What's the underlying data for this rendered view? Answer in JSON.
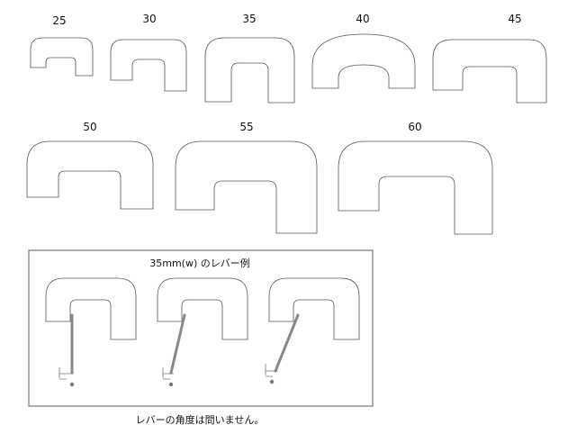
{
  "sizes": [
    "25",
    "30",
    "35",
    "40",
    "45",
    "50",
    "55",
    "60"
  ],
  "example_panel": {
    "title": "35mm(w) のレバー例"
  },
  "footer_note": "レバーの角度は問いません。",
  "colors": {
    "outline": "#555555",
    "lever": "#888888",
    "frame": "#777777"
  }
}
